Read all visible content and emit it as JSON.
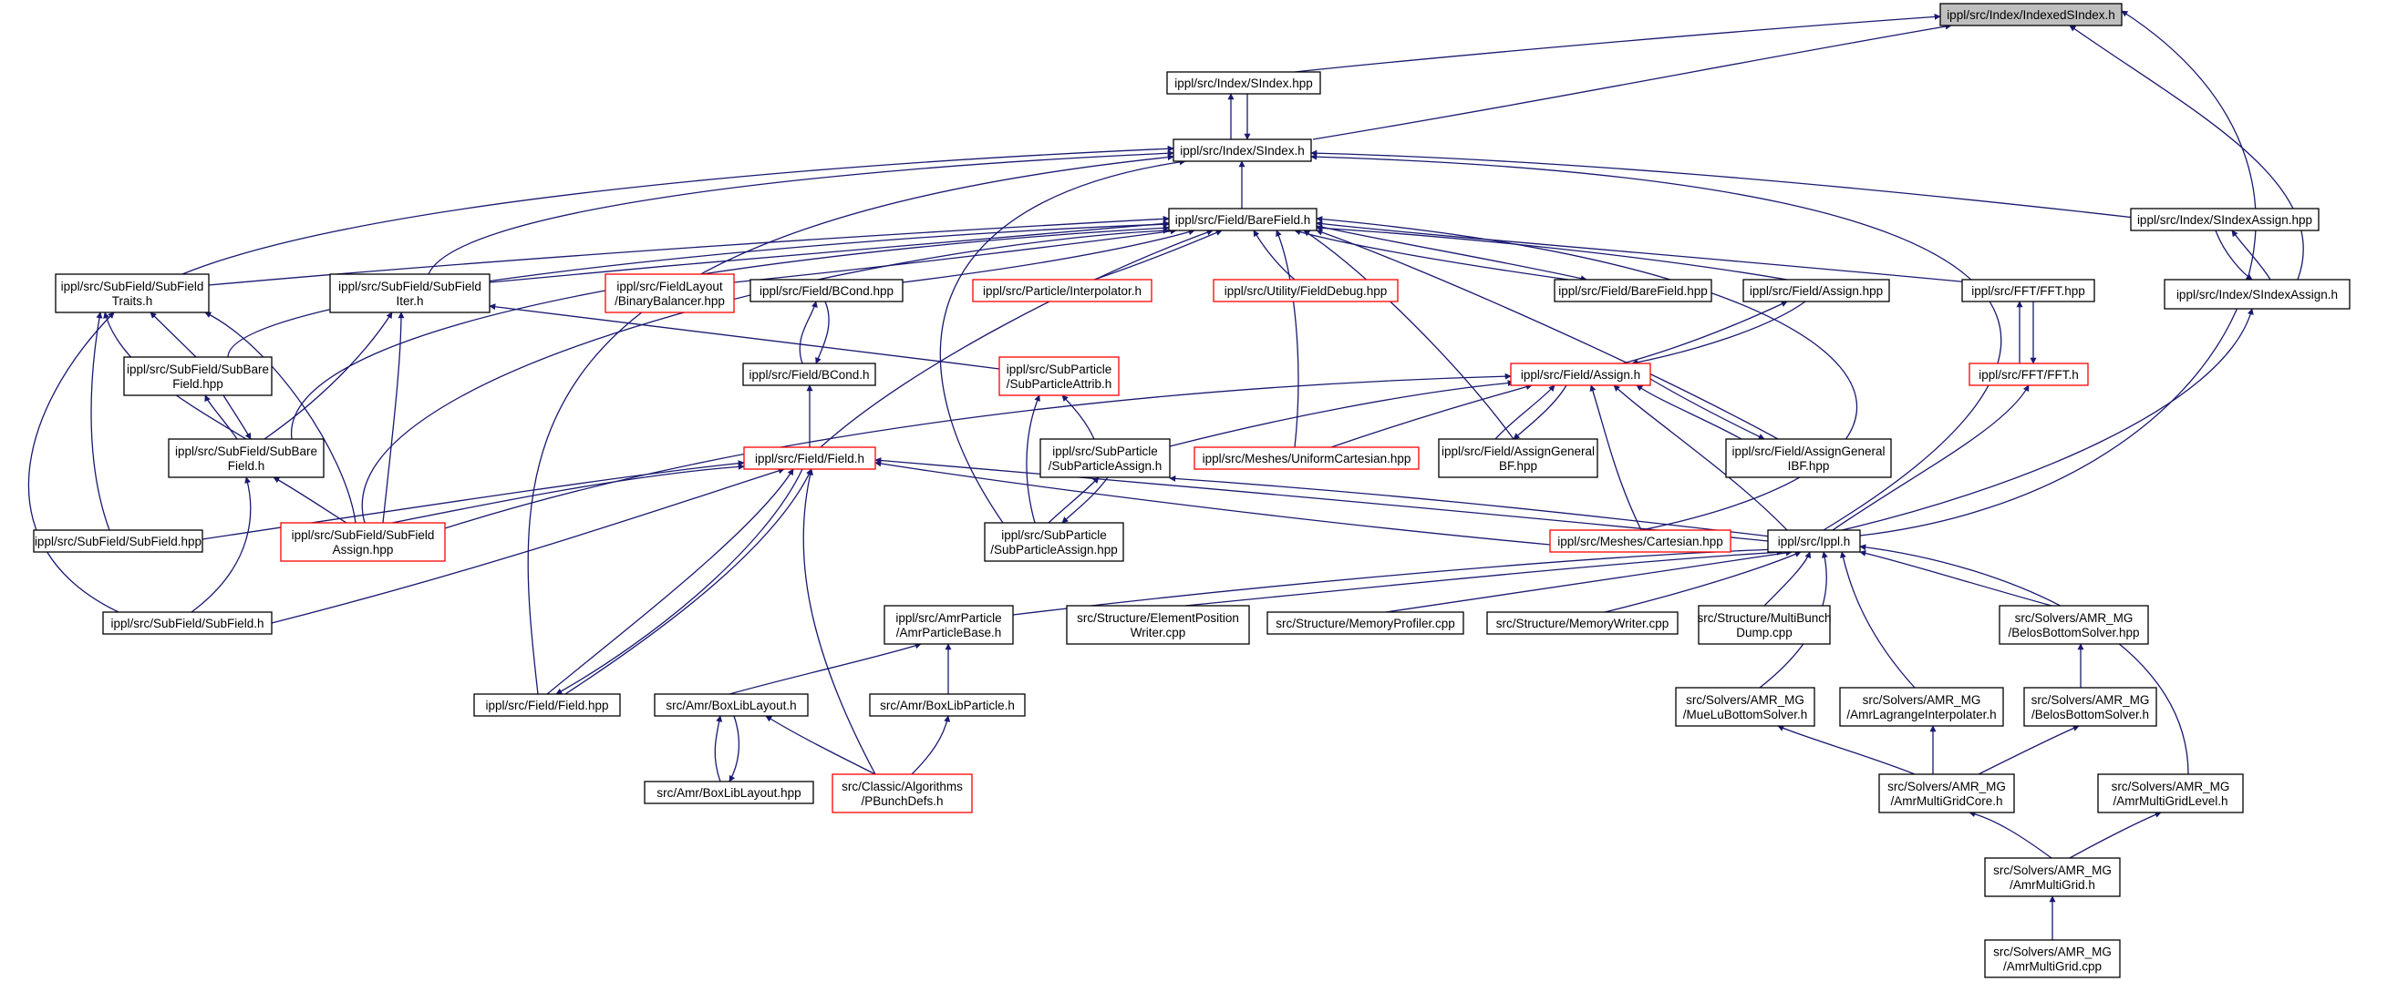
{
  "colors": {
    "edge": "#191970",
    "normal_border": "#000000",
    "truncated_border": "#ff0000",
    "root_fill": "#bfbfbf",
    "node_fill": "#ffffff"
  },
  "nodes": {
    "indexedsindex_h": {
      "lines": [
        "ippl/src/Index/IndexedSIndex.h"
      ],
      "style": "root"
    },
    "sindex_hpp": {
      "lines": [
        "ippl/src/Index/SIndex.hpp"
      ],
      "style": "normal"
    },
    "sindex_h": {
      "lines": [
        "ippl/src/Index/SIndex.h"
      ],
      "style": "normal"
    },
    "barefield_h": {
      "lines": [
        "ippl/src/Field/BareField.h"
      ],
      "style": "normal"
    },
    "sindexassign_hpp": {
      "lines": [
        "ippl/src/Index/SIndexAssign.hpp"
      ],
      "style": "normal"
    },
    "sindexassign_h": {
      "lines": [
        "ippl/src/Index/SIndexAssign.h"
      ],
      "style": "normal"
    },
    "subfieldtraits_h": {
      "lines": [
        "ippl/src/SubField/SubField",
        "Traits.h"
      ],
      "style": "normal"
    },
    "subfielditer_h": {
      "lines": [
        "ippl/src/SubField/SubField",
        "Iter.h"
      ],
      "style": "normal"
    },
    "binarybalancer": {
      "lines": [
        "ippl/src/FieldLayout",
        "/BinaryBalancer.hpp"
      ],
      "style": "truncated"
    },
    "bcond_hpp": {
      "lines": [
        "ippl/src/Field/BCond.hpp"
      ],
      "style": "normal"
    },
    "interpolator_h": {
      "lines": [
        "ippl/src/Particle/Interpolator.h"
      ],
      "style": "truncated"
    },
    "fielddebug_hpp": {
      "lines": [
        "ippl/src/Utility/FieldDebug.hpp"
      ],
      "style": "truncated"
    },
    "barefield_hpp": {
      "lines": [
        "ippl/src/Field/BareField.hpp"
      ],
      "style": "normal"
    },
    "assign_hpp": {
      "lines": [
        "ippl/src/Field/Assign.hpp"
      ],
      "style": "normal"
    },
    "fft_hpp": {
      "lines": [
        "ippl/src/FFT/FFT.hpp"
      ],
      "style": "normal"
    },
    "fft_h": {
      "lines": [
        "ippl/src/FFT/FFT.h"
      ],
      "style": "truncated"
    },
    "subbarefield_hpp": {
      "lines": [
        "ippl/src/SubField/SubBare",
        "Field.hpp"
      ],
      "style": "normal"
    },
    "bcond_h": {
      "lines": [
        "ippl/src/Field/BCond.h"
      ],
      "style": "normal"
    },
    "subparticleattrib_h": {
      "lines": [
        "ippl/src/SubParticle",
        "/SubParticleAttrib.h"
      ],
      "style": "truncated"
    },
    "assign_h": {
      "lines": [
        "ippl/src/Field/Assign.h"
      ],
      "style": "truncated"
    },
    "subbarefield_h": {
      "lines": [
        "ippl/src/SubField/SubBare",
        "Field.h"
      ],
      "style": "normal"
    },
    "field_h": {
      "lines": [
        "ippl/src/Field/Field.h"
      ],
      "style": "truncated"
    },
    "subparticleassign_h": {
      "lines": [
        "ippl/src/SubParticle",
        "/SubParticleAssign.h"
      ],
      "style": "normal"
    },
    "uniformcartesian_hpp": {
      "lines": [
        "ippl/src/Meshes/UniformCartesian.hpp"
      ],
      "style": "truncated"
    },
    "assigngeneralbf_hpp": {
      "lines": [
        "ippl/src/Field/AssignGeneral",
        "BF.hpp"
      ],
      "style": "normal"
    },
    "assigngeneralibf_hpp": {
      "lines": [
        "ippl/src/Field/AssignGeneral",
        "IBF.hpp"
      ],
      "style": "normal"
    },
    "subfield_hpp": {
      "lines": [
        "ippl/src/SubField/SubField.hpp"
      ],
      "style": "normal"
    },
    "subfieldassign_hpp": {
      "lines": [
        "ippl/src/SubField/SubField",
        "Assign.hpp"
      ],
      "style": "truncated"
    },
    "subparticleassign_hpp": {
      "lines": [
        "ippl/src/SubParticle",
        "/SubParticleAssign.hpp"
      ],
      "style": "normal"
    },
    "cartesian_hpp": {
      "lines": [
        "ippl/src/Meshes/Cartesian.hpp"
      ],
      "style": "truncated"
    },
    "ippl_h": {
      "lines": [
        "ippl/src/Ippl.h"
      ],
      "style": "normal"
    },
    "subfield_h": {
      "lines": [
        "ippl/src/SubField/SubField.h"
      ],
      "style": "normal"
    },
    "amrparticlebase_h": {
      "lines": [
        "ippl/src/AmrParticle",
        "/AmrParticleBase.h"
      ],
      "style": "normal"
    },
    "elementpositionwriter_cpp": {
      "lines": [
        "src/Structure/ElementPosition",
        "Writer.cpp"
      ],
      "style": "normal"
    },
    "memoryprofiler_cpp": {
      "lines": [
        "src/Structure/MemoryProfiler.cpp"
      ],
      "style": "normal"
    },
    "memorywriter_cpp": {
      "lines": [
        "src/Structure/MemoryWriter.cpp"
      ],
      "style": "normal"
    },
    "multibunchdump_cpp": {
      "lines": [
        "src/Structure/MultiBunch",
        "Dump.cpp"
      ],
      "style": "normal"
    },
    "belosbottomsolver_hpp": {
      "lines": [
        "src/Solvers/AMR_MG",
        "/BelosBottomSolver.hpp"
      ],
      "style": "normal"
    },
    "field_hpp": {
      "lines": [
        "ippl/src/Field/Field.hpp"
      ],
      "style": "normal"
    },
    "boxliblayout_h": {
      "lines": [
        "src/Amr/BoxLibLayout.h"
      ],
      "style": "normal"
    },
    "boxlibparticle_h": {
      "lines": [
        "src/Amr/BoxLibParticle.h"
      ],
      "style": "normal"
    },
    "muelubottomsolver_h": {
      "lines": [
        "src/Solvers/AMR_MG",
        "/MueLuBottomSolver.h"
      ],
      "style": "normal"
    },
    "amrlagrangeinterpolater_h": {
      "lines": [
        "src/Solvers/AMR_MG",
        "/AmrLagrangeInterpolater.h"
      ],
      "style": "normal"
    },
    "belosbottomsolver_h": {
      "lines": [
        "src/Solvers/AMR_MG",
        "/BelosBottomSolver.h"
      ],
      "style": "normal"
    },
    "boxliblayout_hpp": {
      "lines": [
        "src/Amr/BoxLibLayout.hpp"
      ],
      "style": "normal"
    },
    "pbunchdefs_h": {
      "lines": [
        "src/Classic/Algorithms",
        "/PBunchDefs.h"
      ],
      "style": "truncated"
    },
    "amrmultigridcore_h": {
      "lines": [
        "src/Solvers/AMR_MG",
        "/AmrMultiGridCore.h"
      ],
      "style": "normal"
    },
    "amrmultigridlevel_h": {
      "lines": [
        "src/Solvers/AMR_MG",
        "/AmrMultiGridLevel.h"
      ],
      "style": "normal"
    },
    "amrmultigrid_h": {
      "lines": [
        "src/Solvers/AMR_MG",
        "/AmrMultiGrid.h"
      ],
      "style": "normal"
    },
    "amrmultigrid_cpp": {
      "lines": [
        "src/Solvers/AMR_MG",
        "/AmrMultiGrid.cpp"
      ],
      "style": "normal"
    }
  }
}
